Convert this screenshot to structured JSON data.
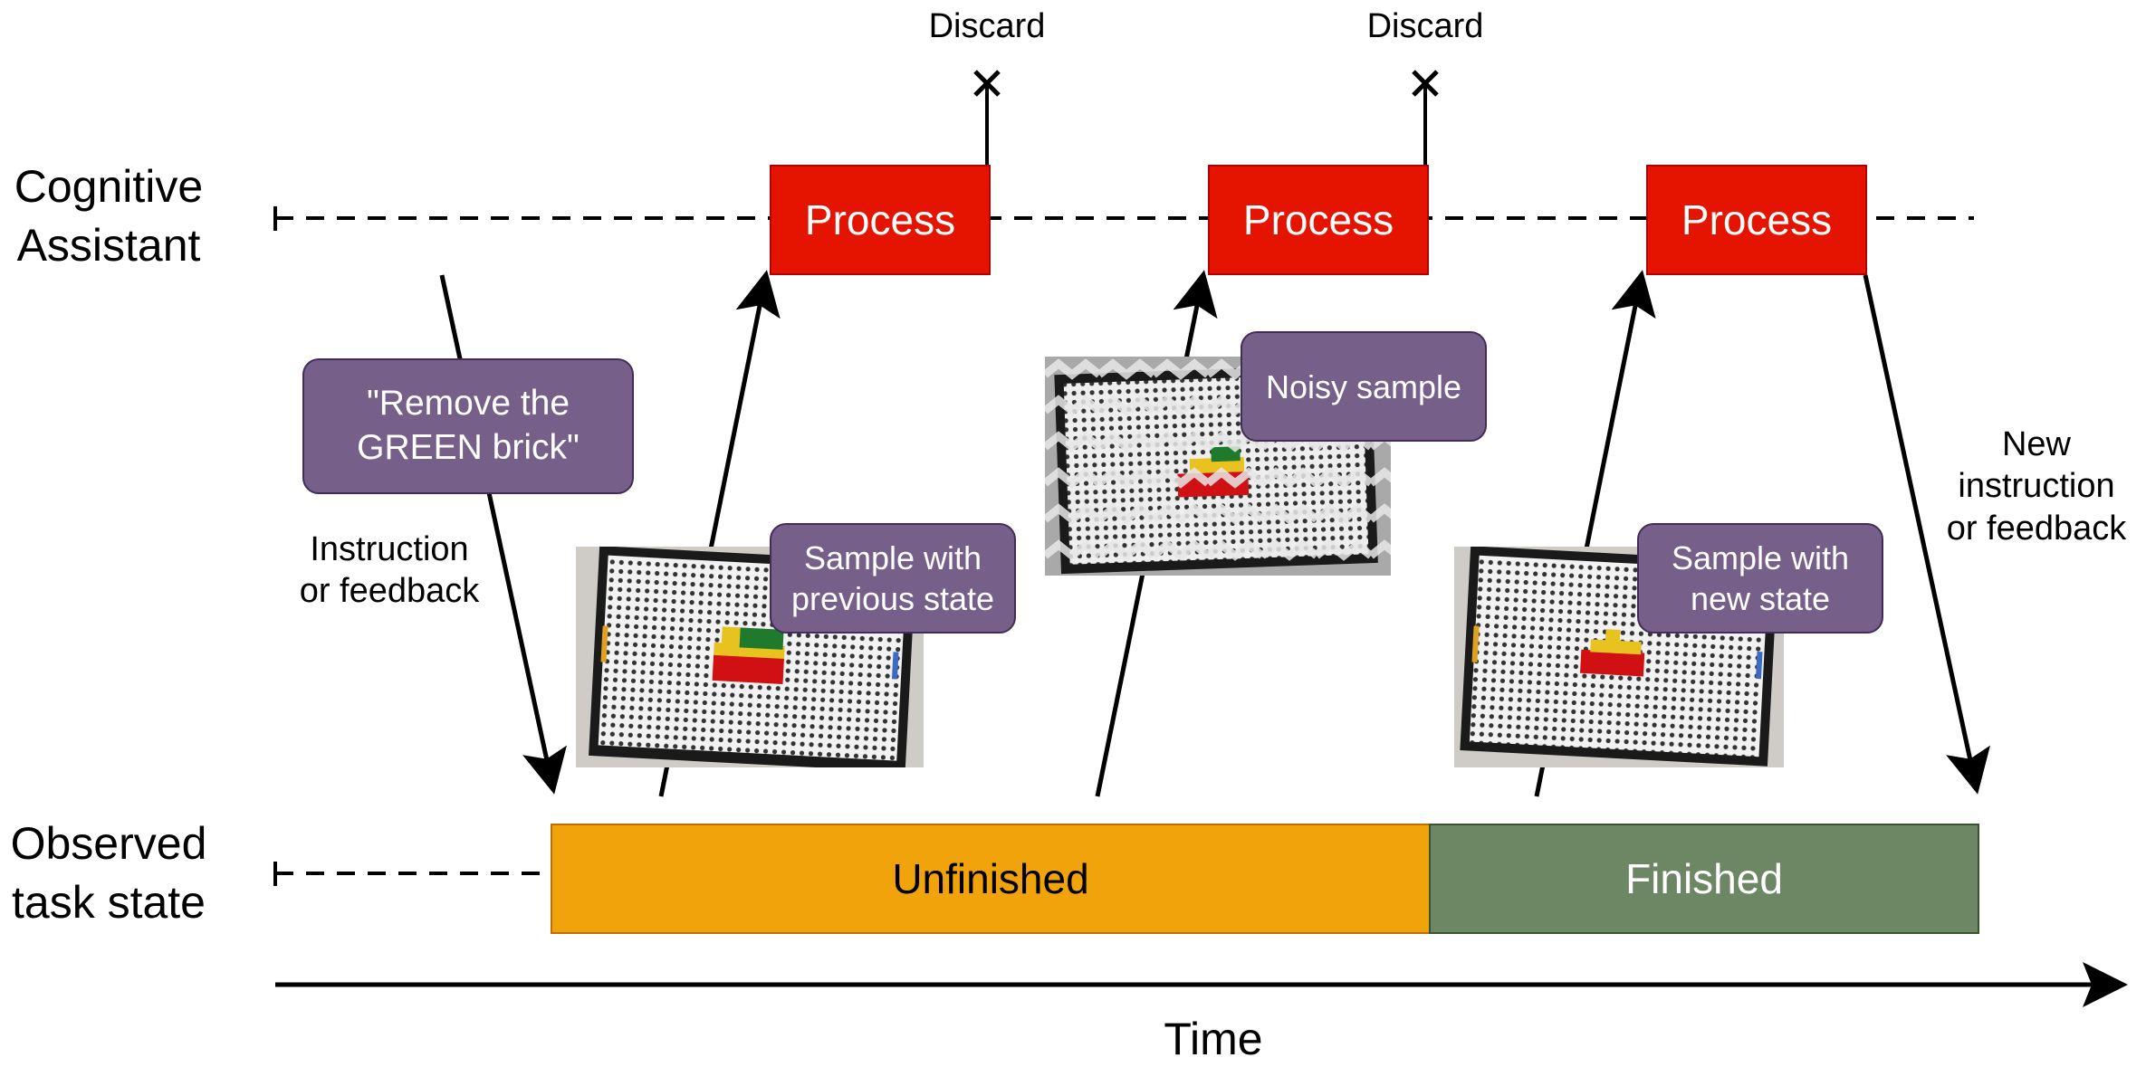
{
  "lanes": {
    "assistant": "Cognitive\nAssistant",
    "observed": "Observed\ntask state"
  },
  "process_boxes": [
    "Process",
    "Process",
    "Process"
  ],
  "discard_labels": [
    "Discard",
    "Discard"
  ],
  "bubbles": {
    "instruction_quote": "\"Remove the\nGREEN brick\"",
    "sample_previous": "Sample with\nprevious state",
    "noisy": "Noisy sample",
    "sample_new": "Sample with\nnew state"
  },
  "labels": {
    "instruction_feedback": "Instruction\nor feedback",
    "new_instruction": "New\ninstruction\nor feedback",
    "time": "Time"
  },
  "states": {
    "unfinished": "Unfinished",
    "finished": "Finished"
  },
  "colors": {
    "process": "#e51400",
    "bubble": "#76608a",
    "unfinished": "#f0a30a",
    "finished": "#6d8764",
    "lego_red": "#d01012",
    "lego_yellow": "#e8c21e",
    "lego_green": "#1f7a2e"
  },
  "icons": [
    "discard-x-icon",
    "lego-board-photo"
  ]
}
